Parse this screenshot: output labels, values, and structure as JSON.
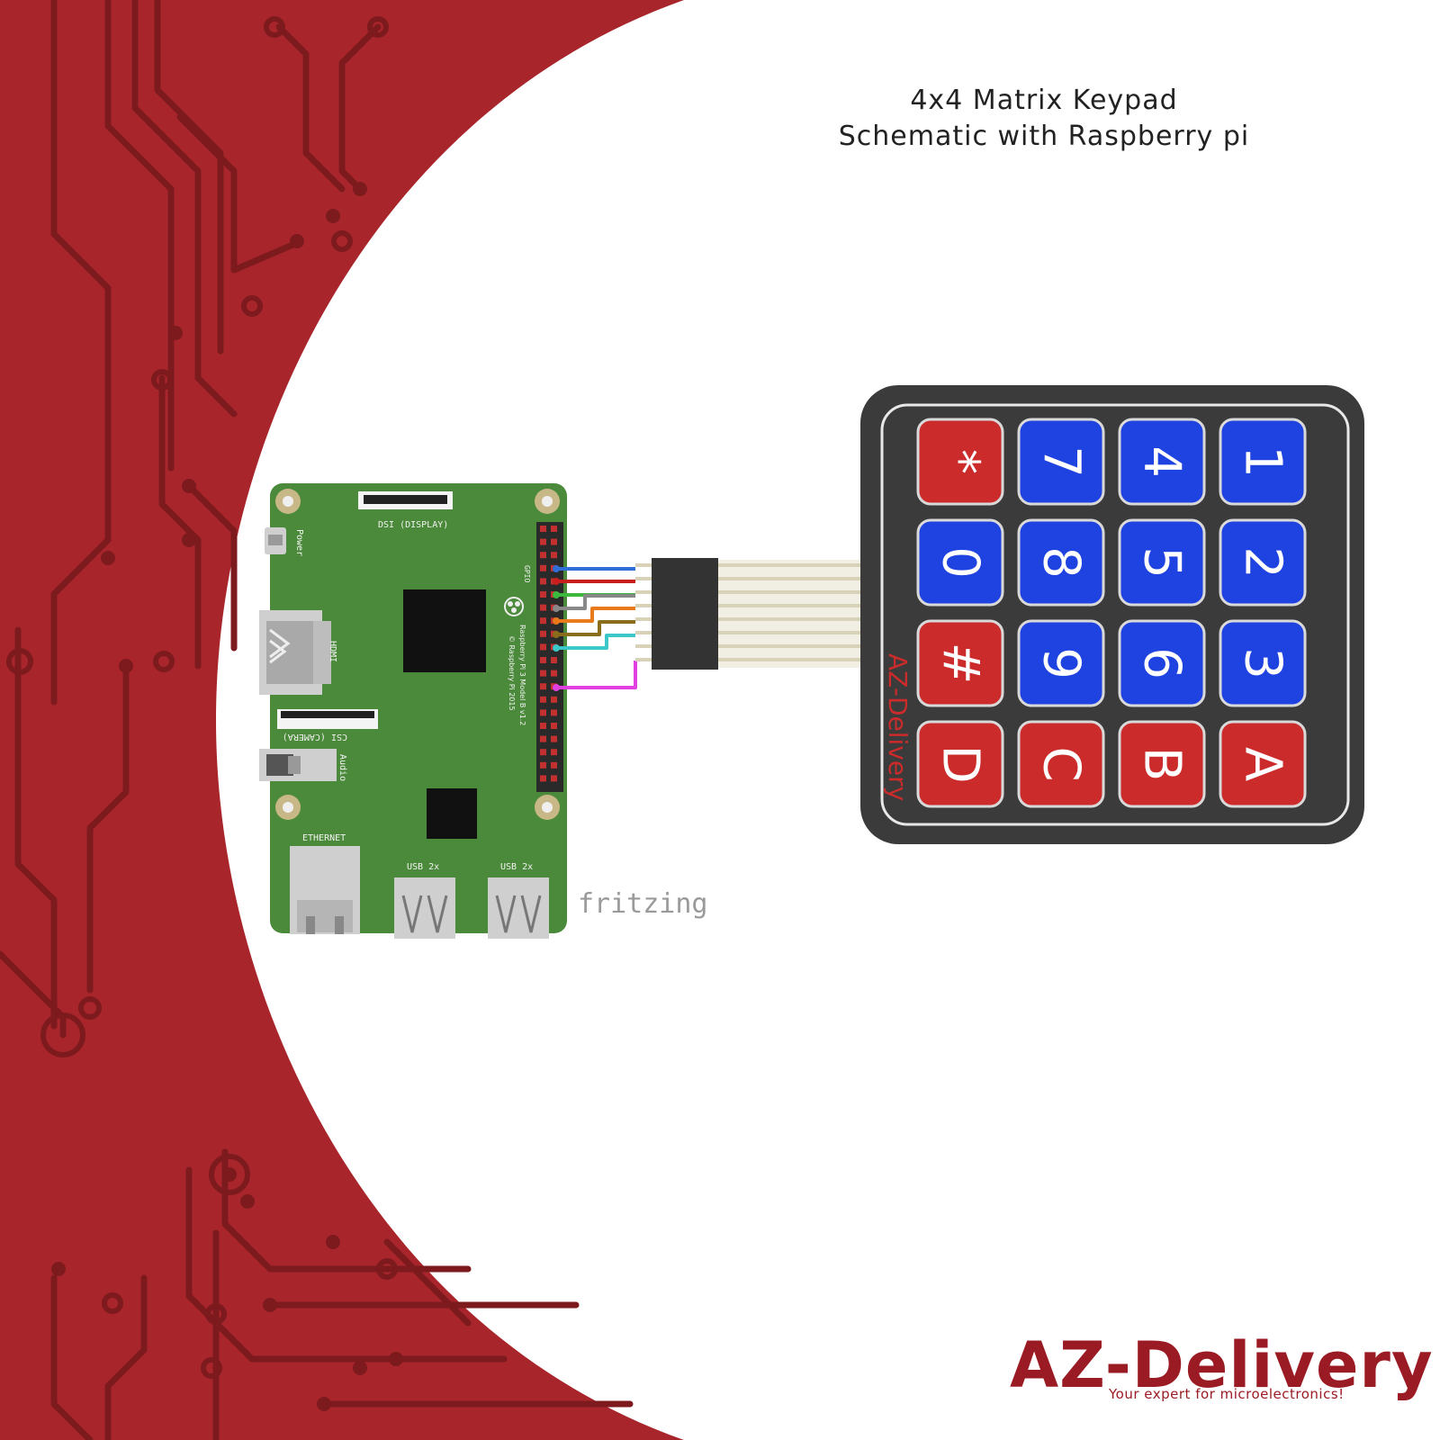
{
  "title": {
    "line1": "4x4 Matrix Keypad",
    "line2": "Schematic with Raspberry pi"
  },
  "board": {
    "dsi_label": "DSI (DISPLAY)",
    "power_label": "Power",
    "hdmi_label": "HDMI",
    "csi_label": "CSI (CAMERA)",
    "audio_label": "Audio",
    "ethernet_label": "ETHERNET",
    "usb1_label": "USB 2x",
    "usb2_label": "USB 2x",
    "gpio_label": "GPIO",
    "model_line1": "Raspberry Pi 3 Model B v1.2",
    "model_line2": "© Raspberry Pi 2015"
  },
  "watermark": "fritzing",
  "keypad": {
    "brand": "AZ-Delivery",
    "rows": [
      [
        {
          "label": "*",
          "color": "red"
        },
        {
          "label": "7",
          "color": "blue"
        },
        {
          "label": "4",
          "color": "blue"
        },
        {
          "label": "1",
          "color": "blue"
        }
      ],
      [
        {
          "label": "0",
          "color": "blue"
        },
        {
          "label": "8",
          "color": "blue"
        },
        {
          "label": "5",
          "color": "blue"
        },
        {
          "label": "2",
          "color": "blue"
        }
      ],
      [
        {
          "label": "#",
          "color": "red"
        },
        {
          "label": "9",
          "color": "blue"
        },
        {
          "label": "6",
          "color": "blue"
        },
        {
          "label": "3",
          "color": "blue"
        }
      ],
      [
        {
          "label": "D",
          "color": "red"
        },
        {
          "label": "C",
          "color": "red"
        },
        {
          "label": "B",
          "color": "red"
        },
        {
          "label": "A",
          "color": "red"
        }
      ]
    ]
  },
  "wire_colors": [
    "#2f6fd6",
    "#c81e1e",
    "#3cb93c",
    "#888888",
    "#e87a1c",
    "#8a6d1a",
    "#3cc8c8",
    "#e040e0"
  ],
  "brand": {
    "name": "AZ-Delivery",
    "tagline": "Your expert for microelectronics!"
  },
  "colors": {
    "background_red": "#a8262b",
    "trace_dark": "#7d1a1e",
    "board_green": "#4b8a3b",
    "key_red": "#cc2b2b",
    "key_blue": "#1f43e0",
    "keypad_body": "#3b3b3b"
  }
}
